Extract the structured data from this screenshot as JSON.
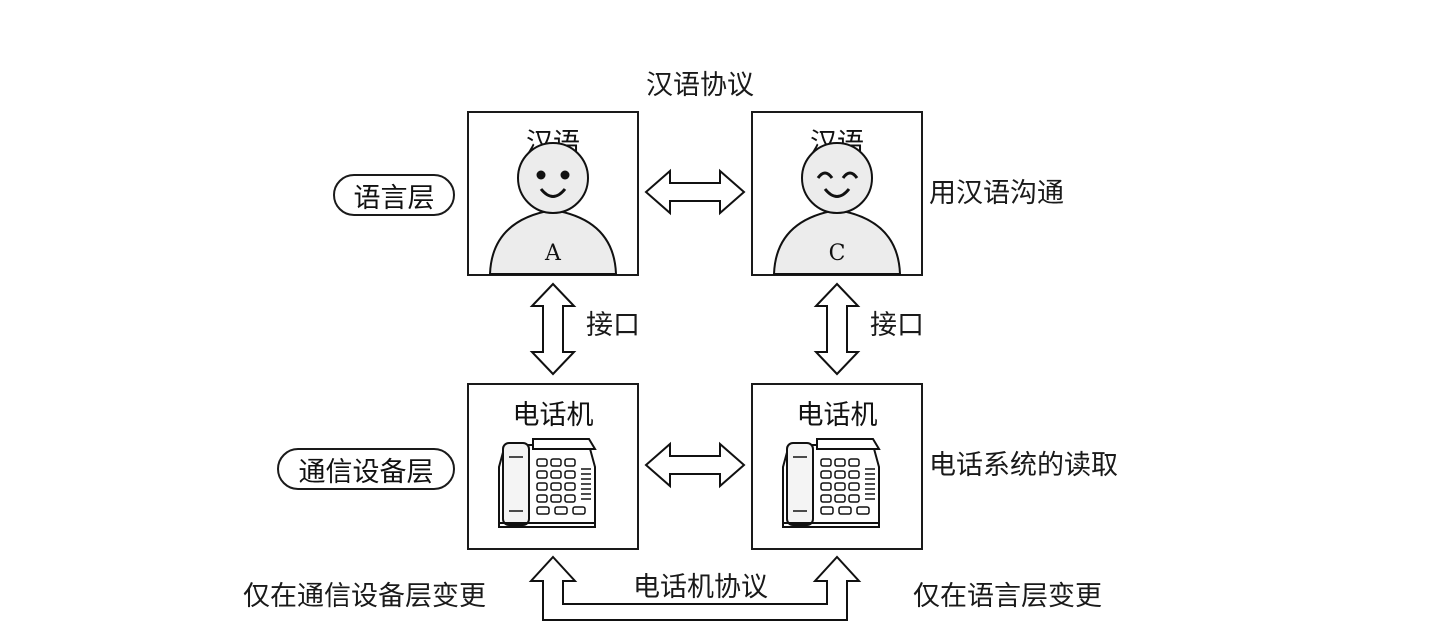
{
  "top_protocol": "汉语协议",
  "language_layer": {
    "label": "语言层",
    "left_box": {
      "title": "汉语",
      "person": "A"
    },
    "right_box": {
      "title": "汉语",
      "person": "C"
    },
    "right_note": "用汉语沟通"
  },
  "interface": {
    "left_label": "接口",
    "right_label": "接口"
  },
  "device_layer": {
    "label": "通信设备层",
    "left_box": {
      "title": "电话机"
    },
    "right_box": {
      "title": "电话机"
    },
    "right_note": "电话系统的读取"
  },
  "bottom": {
    "protocol": "电话机协议",
    "left_note": "仅在通信设备层变更",
    "right_note": "仅在语言层变更"
  },
  "icons": [
    "smiley-person-icon",
    "happy-person-icon",
    "telephone-icon",
    "double-arrow-icon"
  ]
}
